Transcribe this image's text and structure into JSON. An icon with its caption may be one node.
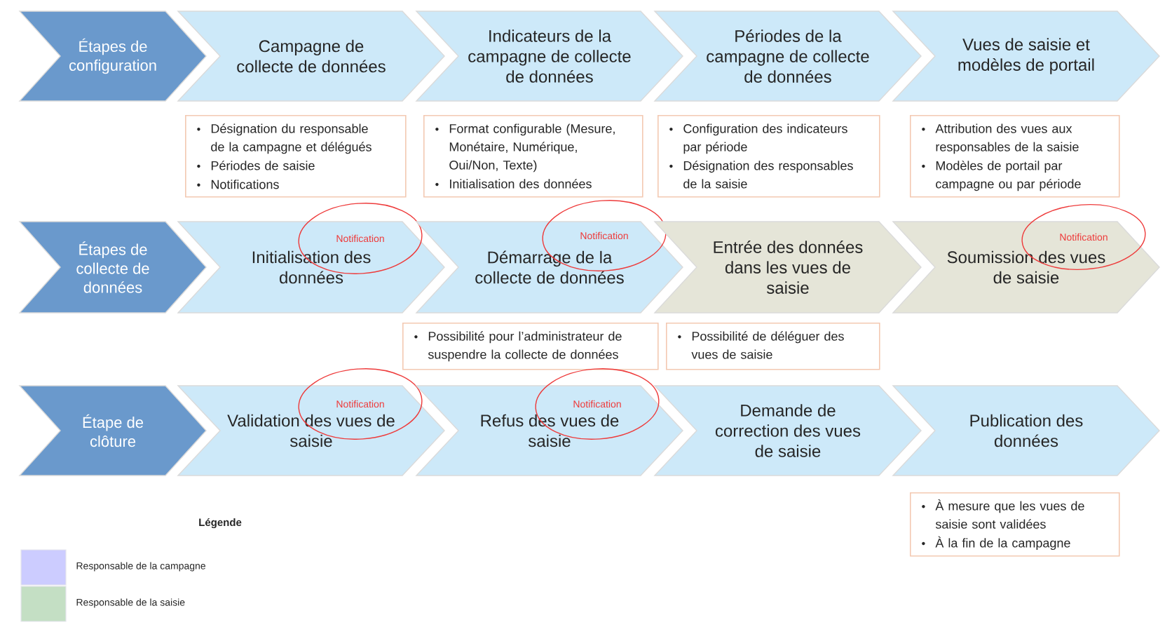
{
  "diagram": {
    "nodes": [
      {
        "text": [
          "Étapes de configuration"
        ]
      },
      {
        "text": [
          "Campagne de collecte de données"
        ]
      },
      {
        "text": [
          "Indicateurs de la campagne de collecte de données"
        ]
      },
      {
        "text": [
          "Périodes de la campagne de collecte de données"
        ]
      },
      {
        "text": [
          "Vues de saisie et modèles de portail"
        ]
      },
      {
        "text": [
          "Désignation du responsable de la campagne et délégués",
          "Périodes de saisie",
          "Notifications"
        ]
      },
      {
        "text": [
          "Format configurable (Mesure, Monétaire, Numérique, Oui/Non, Texte)",
          "Initialisation des données"
        ]
      },
      {
        "text": [
          "Configuration des indicateurs par période",
          "Désignation des responsables de la saisie"
        ]
      },
      {
        "text": [
          "Attribution des vues aux responsables de la saisie",
          "Modèles de portail par campagne ou par période"
        ]
      },
      {
        "text": [
          "Étapes de collecte de données"
        ]
      },
      {
        "text": [
          "Initialisation des données"
        ]
      },
      {
        "text": [
          "Notification"
        ]
      },
      {
        "text": [
          "Démarrage de la collecte de données"
        ]
      },
      {
        "text": [
          "Notification"
        ]
      },
      {
        "text": [
          "Entrée des données dans les vues de saisie"
        ]
      },
      {
        "text": [
          "Soumission des vues de saisie"
        ]
      },
      {
        "text": [
          "Notification"
        ]
      },
      {
        "text": [
          "Possibilité pour l’administrateur de suspendre la collecte de données"
        ]
      },
      {
        "text": [
          "Possibilité de déléguer des vues de saisie"
        ]
      },
      {
        "text": [
          "Étape de clôture"
        ]
      },
      {
        "text": [
          "Validation des vues de saisie"
        ]
      },
      {
        "text": [
          "Notification"
        ]
      },
      {
        "text": [
          "Refus des vues de saisie"
        ]
      },
      {
        "text": [
          "Notification"
        ]
      },
      {
        "text": [
          "Demande de correction des vues de saisie"
        ]
      },
      {
        "text": [
          "Publication des données"
        ]
      },
      {
        "text": [
          "À mesure que les vues de saisie sont validées",
          "À la fin de la campagne"
        ]
      }
    ],
    "labels": [
      "Légende"
    ],
    "legend": [
      {
        "text": "Responsable de la campagne",
        "color": "#ccccff"
      },
      {
        "text": "Responsable de la saisie",
        "color": "#c4dfc4"
      }
    ]
  }
}
